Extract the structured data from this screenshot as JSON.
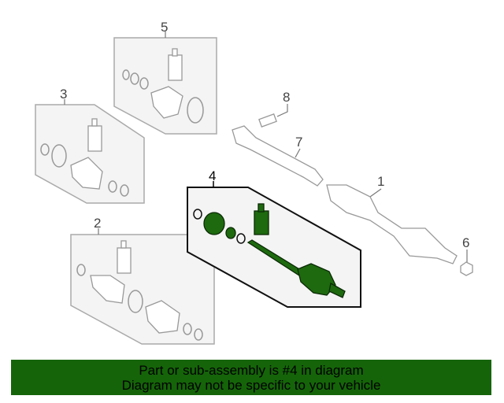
{
  "diagram": {
    "callouts": [
      "1",
      "2",
      "3",
      "4",
      "5",
      "6",
      "7",
      "8"
    ],
    "highlight_color": "#1e6a0f",
    "selected_callout": "4"
  },
  "banner": {
    "line1": "Part or sub-assembly is #4 in diagram",
    "line2": "Diagram may not be specific to your vehicle",
    "background": "#156409"
  }
}
